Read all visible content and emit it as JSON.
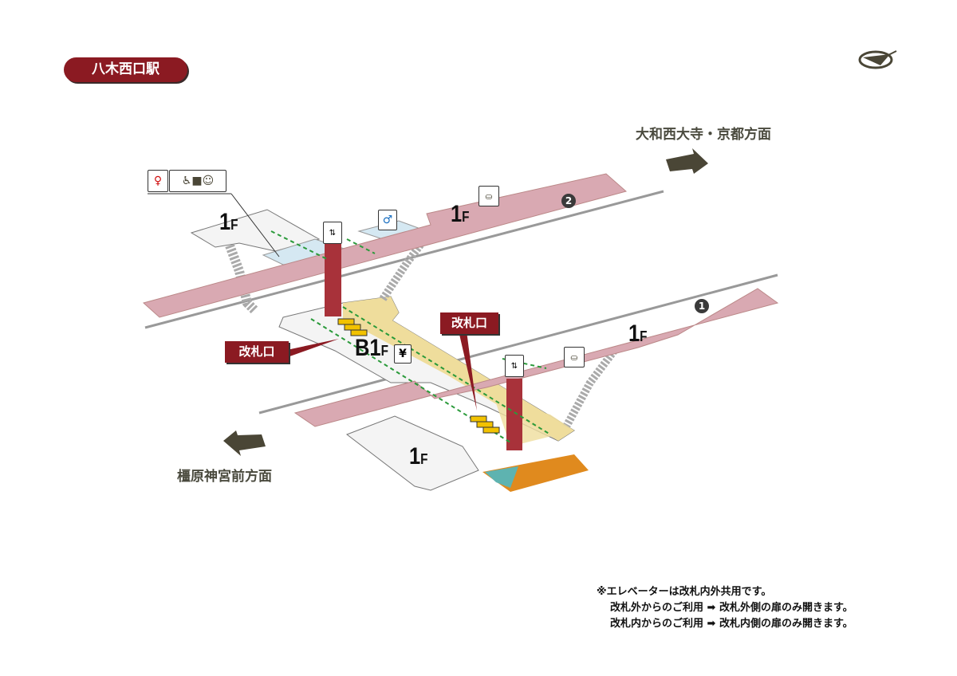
{
  "station_name": "八木西口駅",
  "directions": {
    "north": "大和西大寺・京都方面",
    "south": "橿原神宮前方面"
  },
  "floors": {
    "upper_left": "1",
    "upper_right": "1",
    "lower_right": "1",
    "lower_left": "1",
    "basement": "B1",
    "suffix": "F"
  },
  "gates": [
    "改札口",
    "改札口"
  ],
  "platforms": [
    "1",
    "2"
  ],
  "icons": {
    "ticket": "¥"
  },
  "notes": [
    "※エレベーターは改札内外共用です。",
    "改札外からのご利用 ➡ 改札外側の扉のみ開きます。",
    "改札内からのご利用 ➡ 改札内側の扉のみ開きます。"
  ],
  "colors": {
    "brand": "#8b1a22",
    "platform": "#d9a9b2",
    "concourse": "#efdd9c",
    "exit": "#e08a1e",
    "arrow": "#4a4636"
  }
}
